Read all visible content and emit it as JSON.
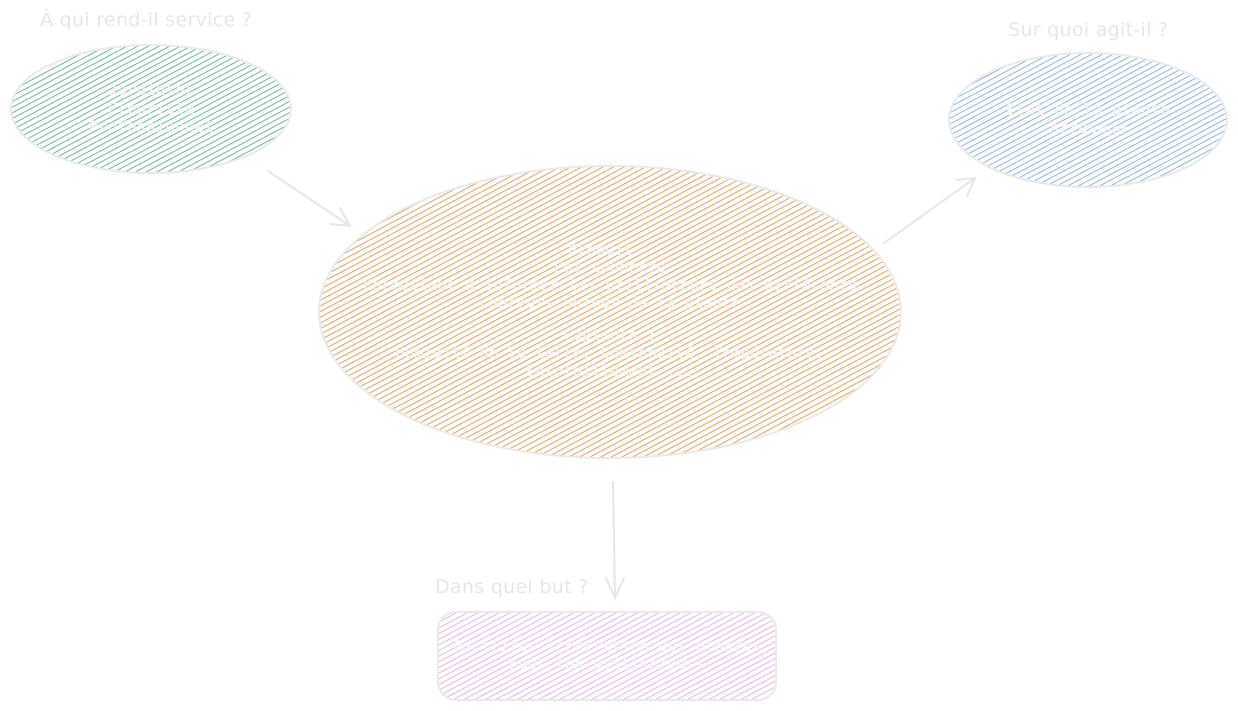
{
  "questions": {
    "who": "À qui rend-il service ?",
    "what": "Sur quoi agit-il ?",
    "why": "Dans quel but ?"
  },
  "nodes": {
    "users": {
      "lines": [
        "Jardinier",
        "Fleuriste",
        "Professionnel"
      ]
    },
    "product": {
      "title_lines": [
        "Produit :",
        "Pot connecté"
      ],
      "description_lines": [
        "Permettant d'informer les utilisateurs des différents",
        "capteurs autour de la plante"
      ],
      "subtitle": "Capteurs :",
      "sensor_lines": [
        "Humidité de la terre, Luminosité, Température,",
        "Ensoleillement ..."
      ]
    },
    "acts_on": {
      "lines": [
        "État de la plante",
        "Arrosage"
      ]
    },
    "goal": {
      "lines": [
        "Faciliter l'entretien des plantes",
        "pour les utilisateurs"
      ]
    }
  },
  "colors": {
    "users_fill": "#0c8a5c",
    "product_fill": "#e8842a",
    "acts_on_fill": "#4a90e2",
    "goal_fill": "#d97cf0",
    "outline": "#e9e9e9",
    "arrow": "#e6e6e6",
    "text": "#f4f4f4",
    "question_text": "#e6e6e6"
  }
}
